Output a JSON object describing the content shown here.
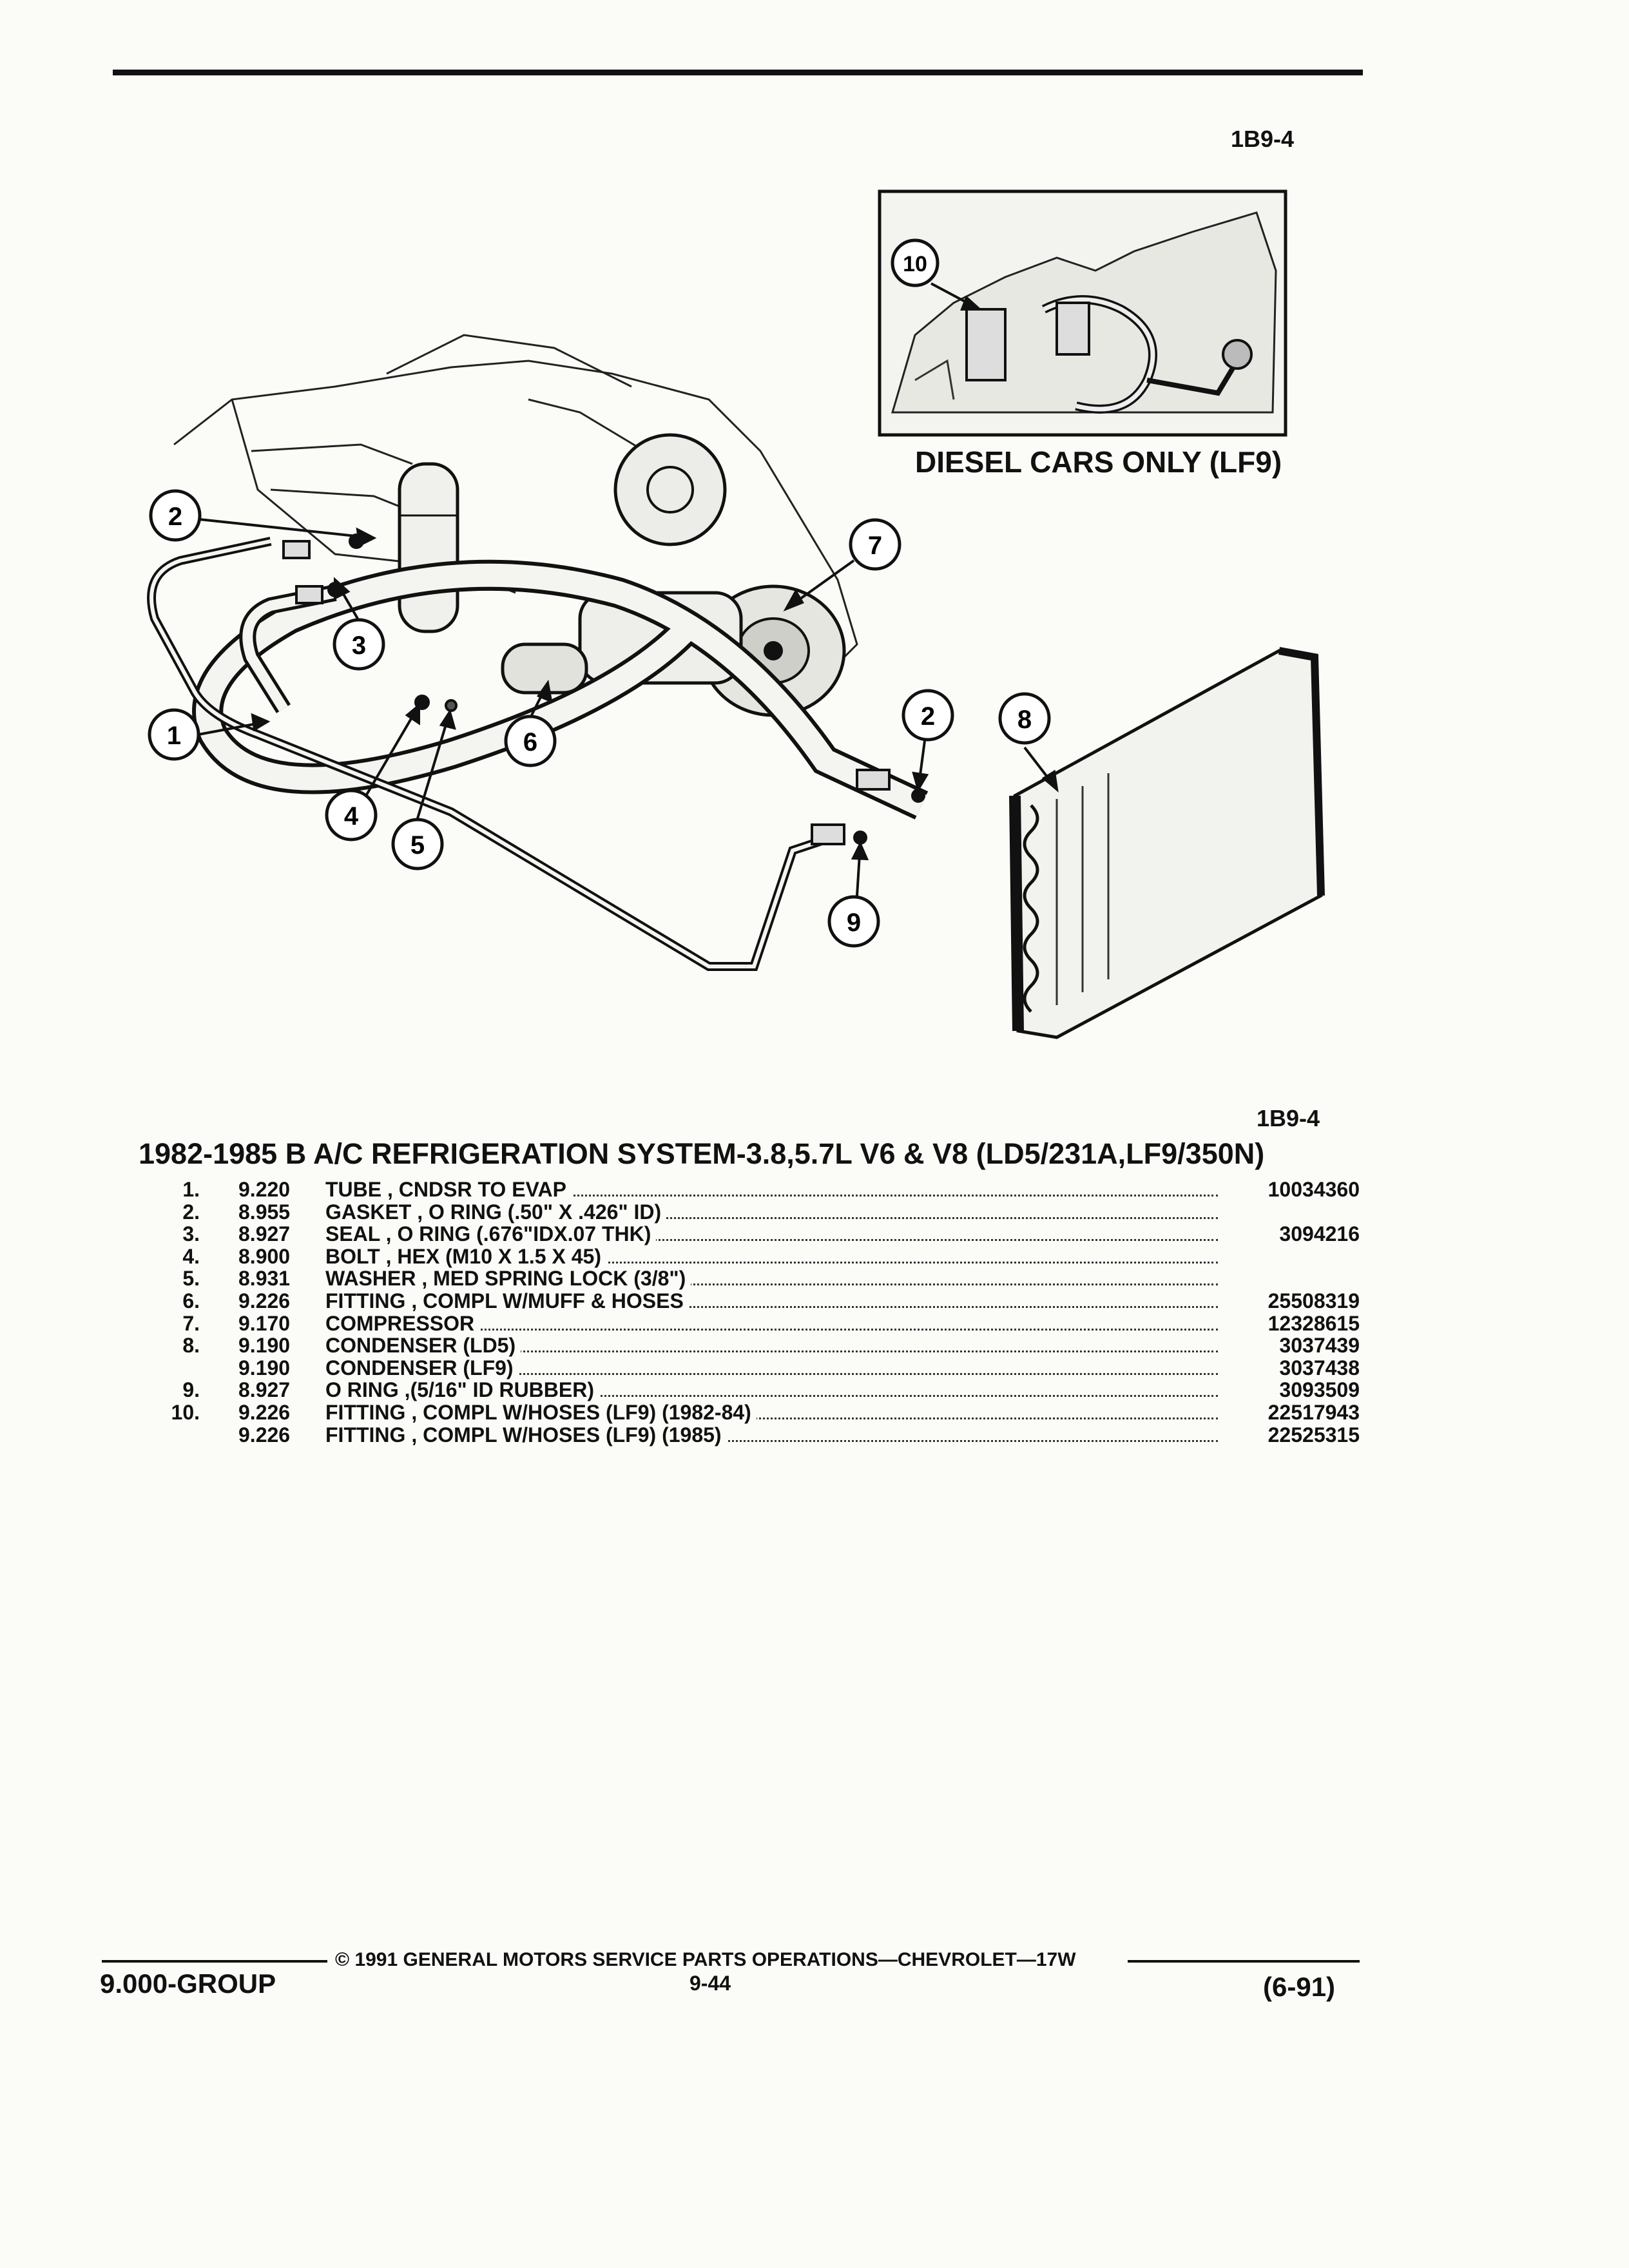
{
  "page": {
    "section_code_top": "1B9-4",
    "section_code_mid": "1B9-4",
    "inset_label": "DIESEL CARS ONLY (LF9)",
    "title": "1982-1985 B A/C REFRIGERATION SYSTEM-3.8,5.7L V6 & V8 (LD5/231A,LF9/350N)"
  },
  "callouts": [
    "1",
    "2",
    "3",
    "4",
    "5",
    "6",
    "7",
    "8",
    "9",
    "10"
  ],
  "parts": [
    {
      "num": "1.",
      "group": "9.220",
      "desc": "TUBE , CNDSR TO EVAP",
      "part": "10034360"
    },
    {
      "num": "2.",
      "group": "8.955",
      "desc": "GASKET , O RING (.50\" X .426\" ID)",
      "part": ""
    },
    {
      "num": "3.",
      "group": "8.927",
      "desc": "SEAL , O RING (.676\"IDX.07 THK)",
      "part": "3094216"
    },
    {
      "num": "4.",
      "group": "8.900",
      "desc": "BOLT , HEX (M10 X 1.5 X 45)",
      "part": ""
    },
    {
      "num": "5.",
      "group": "8.931",
      "desc": "WASHER , MED SPRING LOCK (3/8\")",
      "part": ""
    },
    {
      "num": "6.",
      "group": "9.226",
      "desc": "FITTING , COMPL W/MUFF & HOSES",
      "part": "25508319"
    },
    {
      "num": "7.",
      "group": "9.170",
      "desc": "COMPRESSOR",
      "part": "12328615"
    },
    {
      "num": "8.",
      "group": "9.190",
      "desc": "CONDENSER (LD5)",
      "part": "3037439"
    },
    {
      "num": "",
      "group": "9.190",
      "desc": "CONDENSER (LF9)",
      "part": "3037438"
    },
    {
      "num": "9.",
      "group": "8.927",
      "desc": "O RING ,(5/16\" ID RUBBER)",
      "part": "3093509"
    },
    {
      "num": "10.",
      "group": "9.226",
      "desc": "FITTING , COMPL W/HOSES (LF9) (1982-84)",
      "part": "22517943"
    },
    {
      "num": "",
      "group": "9.226",
      "desc": "FITTING , COMPL W/HOSES (LF9) (1985)",
      "part": "22525315"
    }
  ],
  "footer": {
    "group": "9.000-GROUP",
    "copyright": "© 1991 GENERAL MOTORS SERVICE PARTS OPERATIONS—CHEVROLET—17W",
    "page_number": "9-44",
    "date": "(6-91)"
  }
}
